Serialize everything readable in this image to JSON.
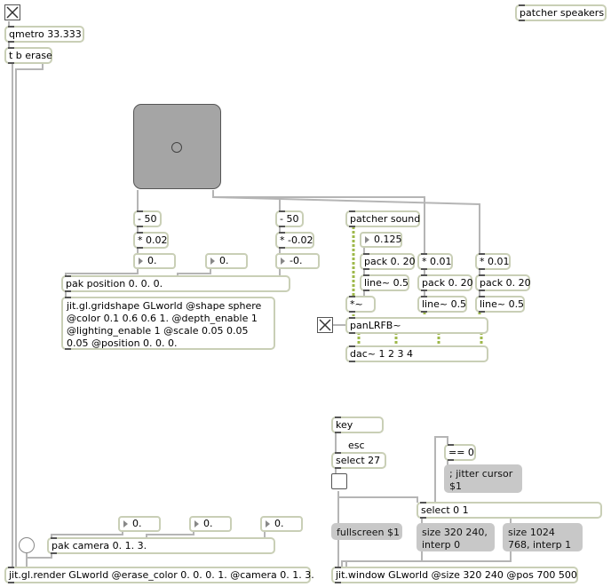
{
  "objects": {
    "patcher_speakers": "patcher speakers",
    "qmetro": "qmetro 33.333",
    "tb_erase": "t b erase",
    "minus50_a": "- 50",
    "minus50_b": "- 50",
    "mul002": "* 0.02",
    "mulneg002": "* -0.02",
    "pak_position": "pak position 0. 0. 0.",
    "gridshape": "jit.gl.gridshape GLworld @shape sphere @color 0.1 0.6 0.6 1. @depth_enable 1 @lighting_enable 1 @scale 0.05 0.05 0.05 @position 0. 0. 0.",
    "patcher_sound": "patcher sound",
    "pack_a": "pack 0. 20",
    "pack_b": "pack 0. 20",
    "pack_c": "pack 0. 20",
    "mul001_a": "* 0.01",
    "mul001_b": "* 0.01",
    "line_a": "line~ 0.5",
    "line_b": "line~ 0.5",
    "line_c": "line~ 0.5",
    "mul_sig": "*~",
    "panlrfb": "panLRFB~",
    "dac": "dac~ 1 2 3 4",
    "key": "key",
    "select27": "select 27",
    "eq0": "== 0",
    "select01": "select 0 1",
    "pak_camera": "pak camera 0. 1. 3.",
    "render": "jit.gl.render GLworld @erase_color 0. 0. 0. 1. @camera 0. 1. 3.",
    "window": "jit.window GLworld @size 320 240 @pos 700 500"
  },
  "numbers": {
    "n0125": "0.125",
    "n_pos_x": "0.",
    "n_pos_y": "0.",
    "n_pos_z": "-0.",
    "n_cam_x": "0.",
    "n_cam_y": "0.",
    "n_cam_z": "0."
  },
  "messages": {
    "jitter_cursor": "; jitter cursor $1",
    "fullscreen": "fullscreen $1",
    "size_small": "size 320 240, interp 0",
    "size_large": "size 1024 768, interp 1"
  },
  "comments": {
    "esc": "esc"
  },
  "colors": {
    "object_border": "#c9cfb6",
    "wire": "#b5b5b5",
    "signal_wire": "#9eb84a",
    "message_fill": "#c8c8c8",
    "slider_fill": "#a5a5a5"
  }
}
